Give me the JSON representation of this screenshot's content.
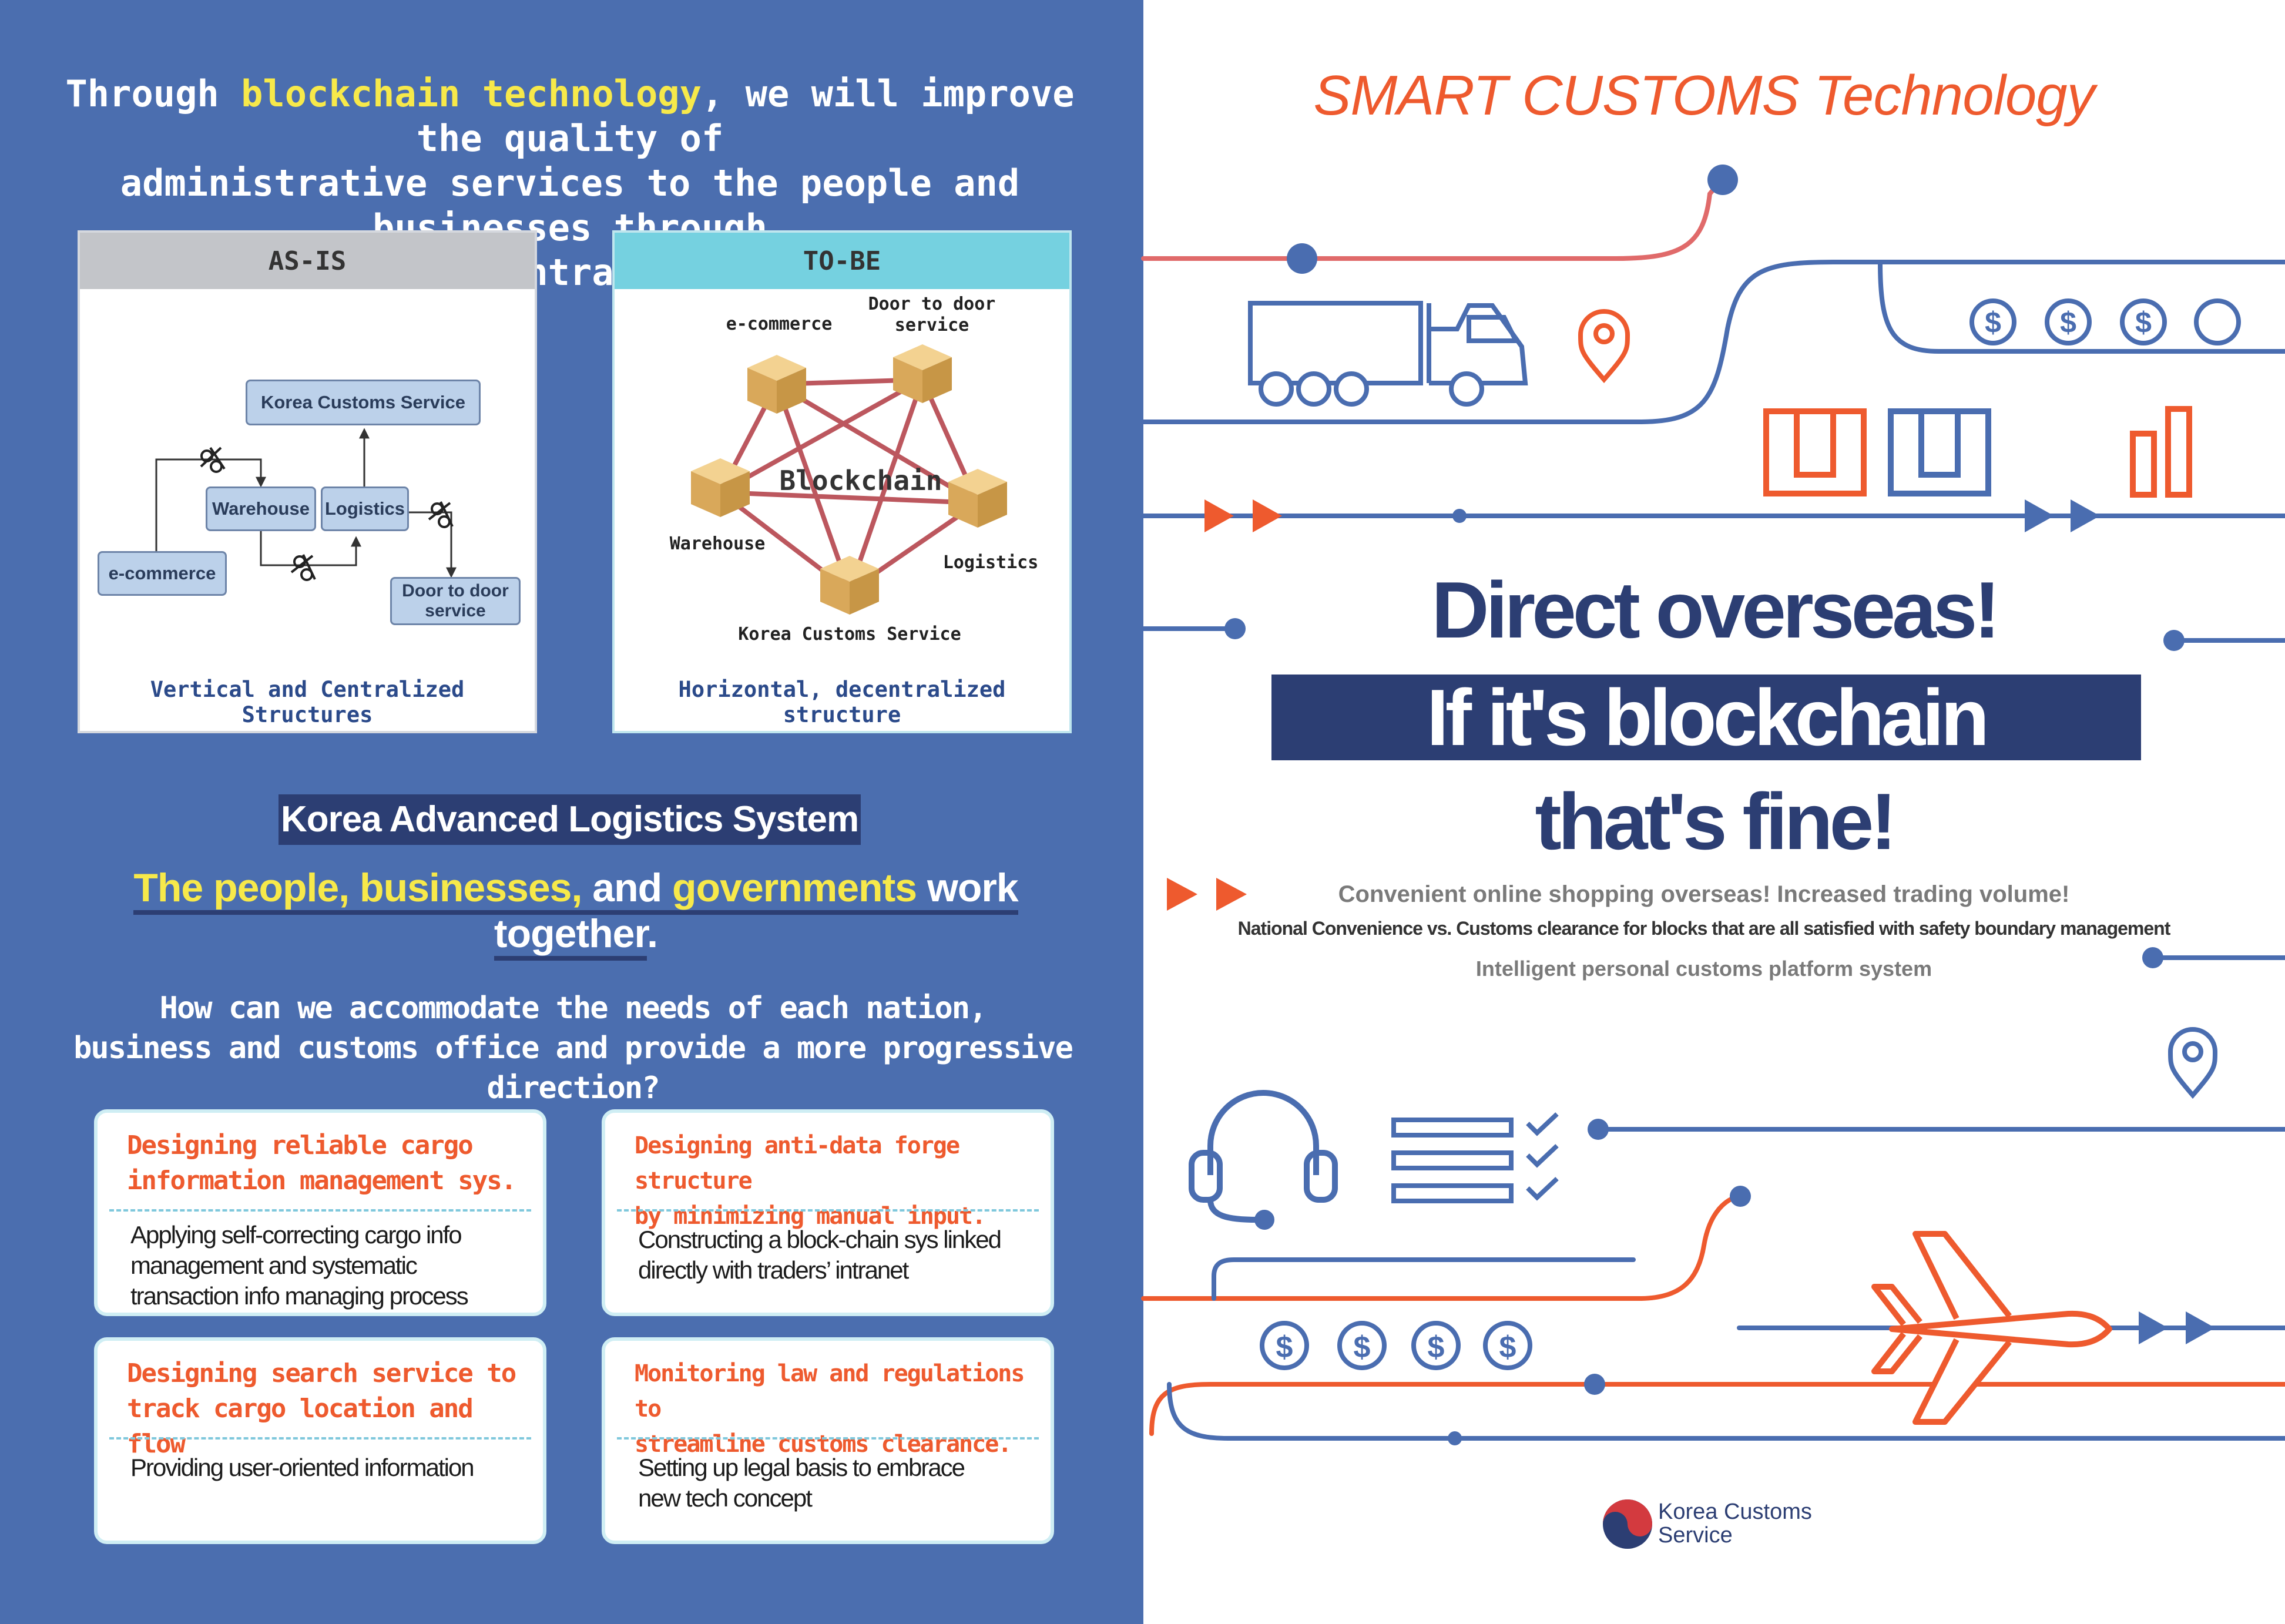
{
  "intro": {
    "part1": "Through ",
    "highlight": "blockchain technology",
    "part2": ", we will improve the quality of",
    "line2": "administrative services to the people and businesses through",
    "line3": "horizontal and centralized structures."
  },
  "as_is": {
    "header": "AS-IS",
    "caption": "Vertical and Centralized Structures",
    "nodes": {
      "kcs": "Korea Customs Service",
      "warehouse": "Warehouse",
      "logistics": "Logistics",
      "ecommerce": "e-commerce",
      "door": "Door to door service"
    },
    "colors": {
      "header_bg": "#c3c5c9",
      "node_bg": "#bcd1ea"
    }
  },
  "to_be": {
    "header": "TO-BE",
    "caption": "Horizontal, decentralized structure",
    "center": "Blockchain",
    "nodes": {
      "ecommerce": "e-commerce",
      "door": "Door to door service",
      "warehouse": "Warehouse",
      "logistics": "Logistics",
      "kcs": "Korea Customs Service"
    },
    "colors": {
      "header_bg": "#75d1e0",
      "link": "#b5454d",
      "cube": "#e2b865"
    }
  },
  "kals": {
    "title": "Korea Advanced Logistics System",
    "sub": {
      "w1": "The people,",
      "w2": " businesses,",
      "w3": " and ",
      "w4": "governments",
      "w5": " work together",
      "w6": "."
    }
  },
  "question": {
    "line1": "How can we accommodate the needs of each nation,",
    "line2": "business and customs office and provide a more progressive direction?"
  },
  "cards": [
    {
      "title1": "Designing reliable cargo",
      "title2": "information management sys.",
      "body1": "Applying self-correcting cargo info",
      "body2": "management and systematic",
      "body3": "transaction info managing process"
    },
    {
      "title1": "Designing anti-data forge structure",
      "title2": "by minimizing manual input.",
      "body1": "Constructing a block-chain sys linked",
      "body2": "directly with traders’ intranet",
      "body3": ""
    },
    {
      "title1": "Designing search service to",
      "title2": "track cargo location and flow",
      "body1": "Providing user-oriented information",
      "body2": "",
      "body3": ""
    },
    {
      "title1": "Monitoring law and regulations to",
      "title2": "streamline customs clearance.",
      "body1": "Setting up legal basis to embrace",
      "body2": "new tech concept",
      "body3": ""
    }
  ],
  "right": {
    "brand": "SMART CUSTOMS Technology",
    "headline1": "Direct overseas!",
    "headline2": "If it's blockchain customs,",
    "headline3": "that's fine!",
    "sub1": "Convenient online shopping overseas! Increased trading volume!",
    "sub2": "National Convenience vs. Customs clearance for blocks that are all satisfied with safety boundary management",
    "sub3": "Intelligent personal customs platform system",
    "logo_line1": "Korea Customs",
    "logo_line2": "Service",
    "coin_symbol": "$"
  },
  "palette": {
    "left_bg": "#4b6eaf",
    "navy": "#2c3e73",
    "orange": "#ee5a2e",
    "yellow": "#f7e94a",
    "line_blue": "#4a6db0"
  },
  "icons": [
    "scissors-icon",
    "truck-icon",
    "location-pin-icon",
    "coin-icon",
    "box-icon",
    "bar-chart-icon",
    "arrow-icon",
    "headset-icon",
    "checklist-icon",
    "airplane-icon",
    "taegeuk-logo-icon"
  ]
}
